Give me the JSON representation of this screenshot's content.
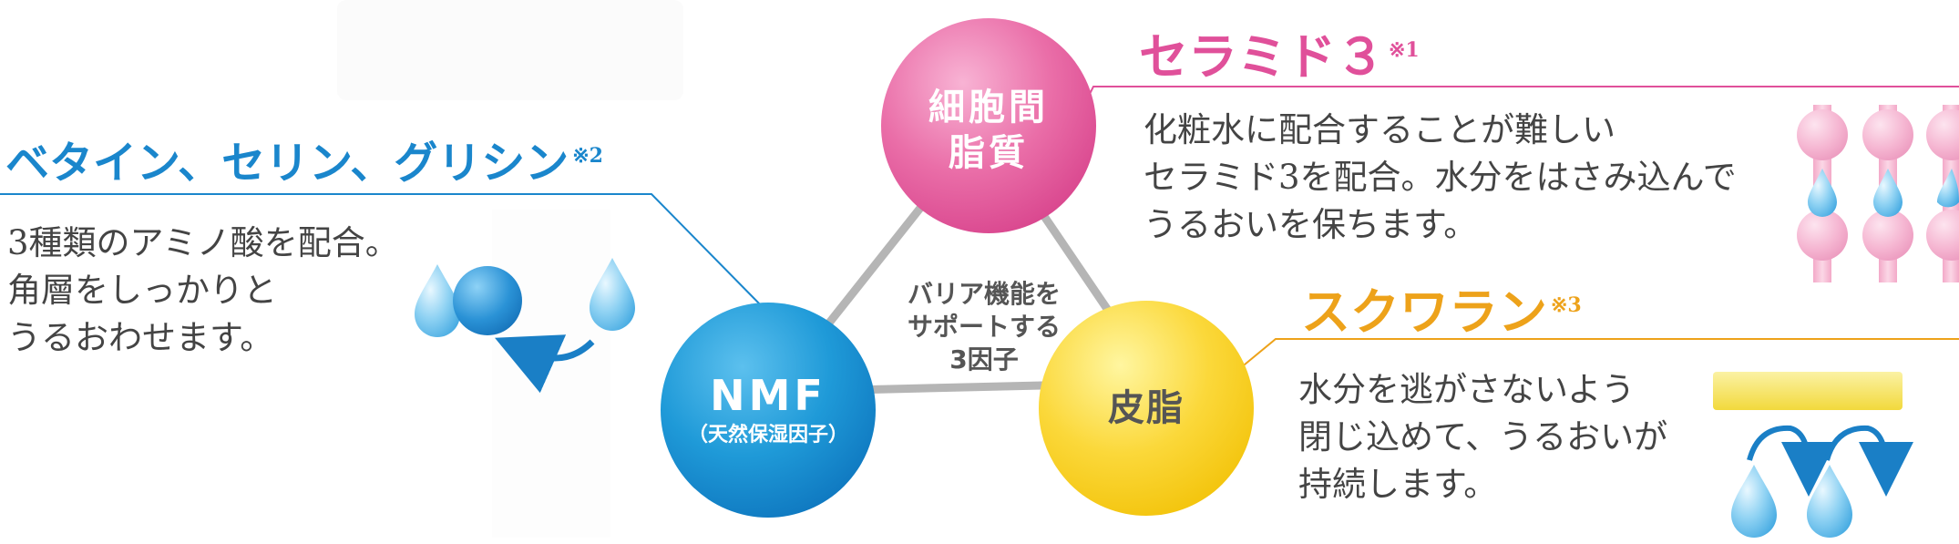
{
  "colors": {
    "blue": "#1a86cc",
    "pink": "#e0509a",
    "orange": "#eda21a",
    "gray_line": "#b5b5b5"
  },
  "center": {
    "lines": [
      "バリア機能を",
      "サポートする",
      "3因子"
    ]
  },
  "circles": {
    "top": {
      "lines": [
        "細胞間",
        "脂質"
      ]
    },
    "left": {
      "lines": [
        "NMF",
        "（天然保湿因子）"
      ]
    },
    "right": {
      "lines": [
        "皮脂"
      ]
    }
  },
  "ceramide": {
    "title": "セラミド３",
    "note": "※1",
    "lines": [
      "化粧水に配合することが難しい",
      "セラミド3を配合。水分をはさみ込んで",
      "うるおいを保ちます。"
    ],
    "icon": "ceramide-molecule-icon"
  },
  "betaine": {
    "title": "ベタイン、セリン、グリシン",
    "note": "※2",
    "lines": [
      "3種類のアミノ酸を配合。",
      "角層をしっかりと",
      "うるおわせます。"
    ],
    "icon": "water-binding-icon"
  },
  "squalane": {
    "title": "スクワラン",
    "note": "※3",
    "lines": [
      "水分を逃がさないよう",
      "閉じ込めて、うるおいが",
      "持続します。"
    ],
    "icon": "moisture-seal-icon"
  }
}
